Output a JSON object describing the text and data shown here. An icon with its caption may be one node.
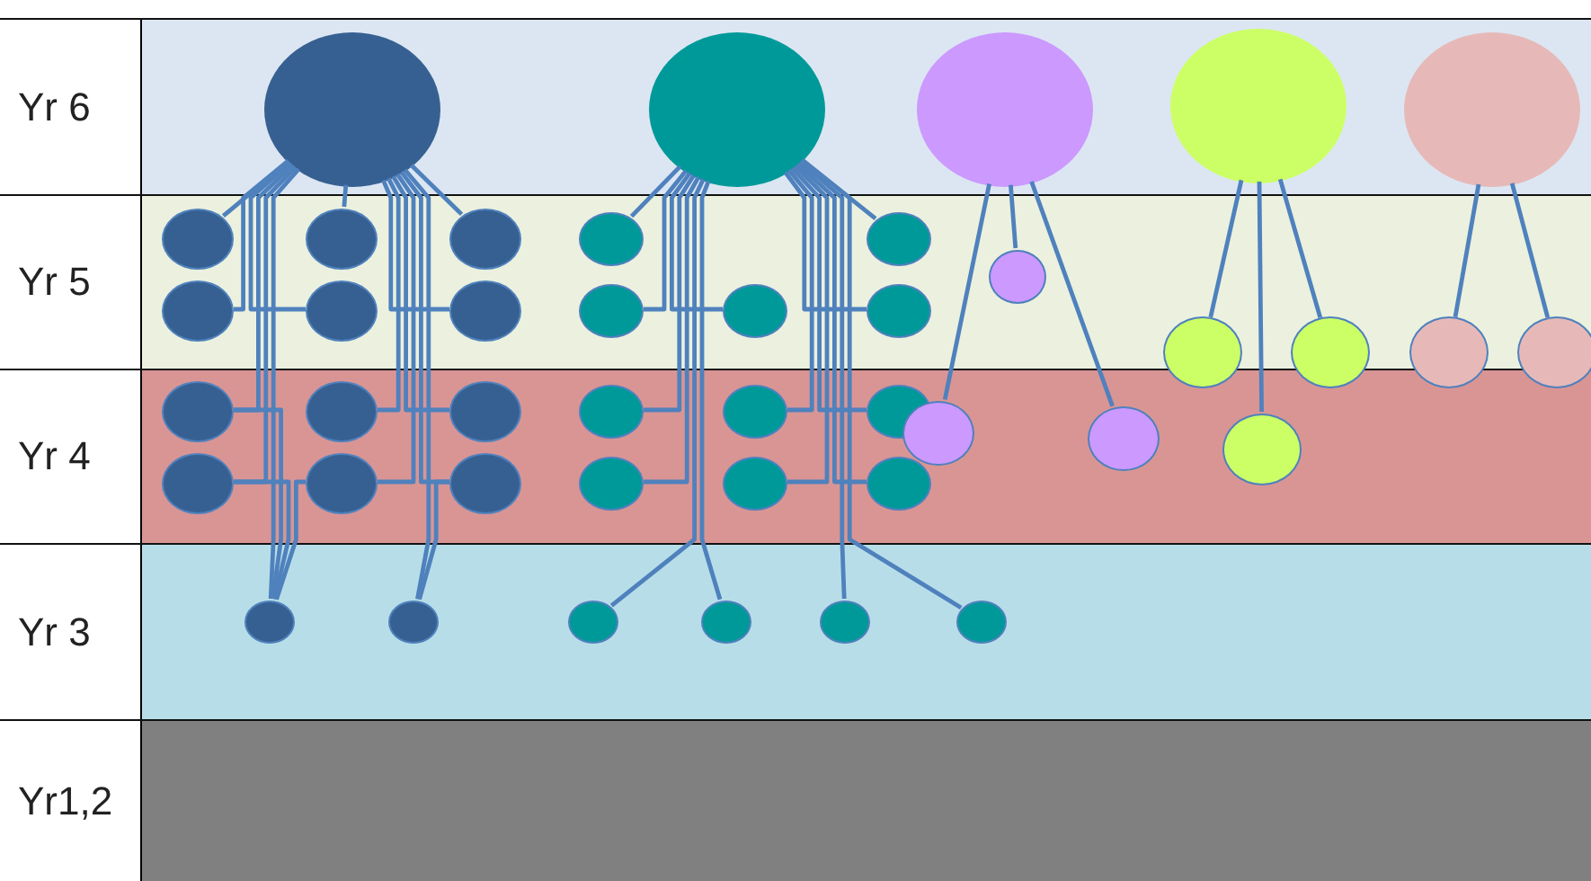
{
  "diagram": {
    "nodes": [
      {
        "text": [
          "Yr 6"
        ]
      },
      {
        "text": [
          "Yr 5"
        ]
      },
      {
        "text": [
          "Yr 4"
        ]
      },
      {
        "text": [
          "Yr 3"
        ]
      },
      {
        "text": [
          "Yr1,2"
        ]
      },
      {
        "text": [],
        "shape": "circle",
        "in": 0
      },
      {
        "text": [],
        "shape": "circle",
        "in": 0
      },
      {
        "text": [],
        "shape": "circle",
        "in": 0
      },
      {
        "text": [],
        "shape": "circle",
        "in": 0
      },
      {
        "text": [],
        "shape": "circle",
        "in": 0
      },
      {
        "text": [],
        "shape": "circle",
        "in": 1
      },
      {
        "text": [],
        "shape": "circle",
        "in": 1
      },
      {
        "text": [],
        "shape": "circle",
        "in": 1
      },
      {
        "text": [],
        "shape": "circle",
        "in": 1
      },
      {
        "text": [],
        "shape": "circle",
        "in": 1
      },
      {
        "text": [],
        "shape": "circle",
        "in": 1
      },
      {
        "text": [],
        "shape": "circle",
        "in": 1
      },
      {
        "text": [],
        "shape": "circle",
        "in": 1
      },
      {
        "text": [],
        "shape": "circle",
        "in": 1
      },
      {
        "text": [],
        "shape": "circle",
        "in": 1
      },
      {
        "text": [],
        "shape": "circle",
        "in": 1
      },
      {
        "text": [],
        "shape": "circle",
        "in": 1
      },
      {
        "text": [],
        "shape": "circle"
      },
      {
        "text": [],
        "shape": "circle"
      },
      {
        "text": [],
        "shape": "circle"
      },
      {
        "text": [],
        "shape": "circle"
      },
      {
        "text": [],
        "shape": "circle",
        "in": 2
      },
      {
        "text": [],
        "shape": "circle",
        "in": 2
      },
      {
        "text": [],
        "shape": "circle",
        "in": 2
      },
      {
        "text": [],
        "shape": "circle",
        "in": 2
      },
      {
        "text": [],
        "shape": "circle",
        "in": 2
      },
      {
        "text": [],
        "shape": "circle",
        "in": 2
      },
      {
        "text": [],
        "shape": "circle",
        "in": 2
      },
      {
        "text": [],
        "shape": "circle",
        "in": 2
      },
      {
        "text": [],
        "shape": "circle",
        "in": 2
      },
      {
        "text": [],
        "shape": "circle",
        "in": 2
      },
      {
        "text": [],
        "shape": "circle",
        "in": 2
      },
      {
        "text": [],
        "shape": "circle",
        "in": 2
      },
      {
        "text": [],
        "shape": "circle",
        "in": 2
      },
      {
        "text": [],
        "shape": "circle",
        "in": 2
      },
      {
        "text": [],
        "shape": "circle",
        "in": 2
      },
      {
        "text": [],
        "shape": "circle",
        "in": 3
      },
      {
        "text": [],
        "shape": "circle",
        "in": 3
      },
      {
        "text": [],
        "shape": "circle",
        "in": 3
      },
      {
        "text": [],
        "shape": "circle",
        "in": 3
      },
      {
        "text": [],
        "shape": "circle",
        "in": 3
      },
      {
        "text": [],
        "shape": "circle",
        "in": 3
      }
    ],
    "edges": [
      {
        "from": 5,
        "to": 10,
        "arrow": "none"
      },
      {
        "from": 5,
        "to": 11,
        "arrow": "none"
      },
      {
        "from": 5,
        "to": 12,
        "arrow": "none"
      },
      {
        "from": 5,
        "to": 13,
        "arrow": "none"
      },
      {
        "from": 5,
        "to": 14,
        "arrow": "none"
      },
      {
        "from": 5,
        "to": 15,
        "arrow": "none"
      },
      {
        "from": 5,
        "to": 26,
        "arrow": "none"
      },
      {
        "from": 5,
        "to": 27,
        "arrow": "none"
      },
      {
        "from": 5,
        "to": 28,
        "arrow": "none"
      },
      {
        "from": 5,
        "to": 29,
        "arrow": "none"
      },
      {
        "from": 5,
        "to": 30,
        "arrow": "none"
      },
      {
        "from": 5,
        "to": 31,
        "arrow": "none"
      },
      {
        "from": 5,
        "to": 41,
        "arrow": "none"
      },
      {
        "from": 5,
        "to": 42,
        "arrow": "none"
      },
      {
        "from": 26,
        "to": 41,
        "arrow": "none"
      },
      {
        "from": 29,
        "to": 41,
        "arrow": "none"
      },
      {
        "from": 30,
        "to": 41,
        "arrow": "none"
      },
      {
        "from": 31,
        "to": 42,
        "arrow": "none"
      },
      {
        "from": 6,
        "to": 16,
        "arrow": "none"
      },
      {
        "from": 6,
        "to": 17,
        "arrow": "none"
      },
      {
        "from": 6,
        "to": 18,
        "arrow": "none"
      },
      {
        "from": 6,
        "to": 19,
        "arrow": "none"
      },
      {
        "from": 6,
        "to": 20,
        "arrow": "none"
      },
      {
        "from": 6,
        "to": 32,
        "arrow": "none"
      },
      {
        "from": 6,
        "to": 33,
        "arrow": "none"
      },
      {
        "from": 6,
        "to": 34,
        "arrow": "none"
      },
      {
        "from": 6,
        "to": 35,
        "arrow": "none"
      },
      {
        "from": 6,
        "to": 36,
        "arrow": "none"
      },
      {
        "from": 6,
        "to": 37,
        "arrow": "none"
      },
      {
        "from": 6,
        "to": 43,
        "arrow": "none"
      },
      {
        "from": 6,
        "to": 44,
        "arrow": "none"
      },
      {
        "from": 6,
        "to": 45,
        "arrow": "none"
      },
      {
        "from": 6,
        "to": 46,
        "arrow": "none"
      },
      {
        "from": 7,
        "to": 21,
        "arrow": "none"
      },
      {
        "from": 7,
        "to": 38,
        "arrow": "none"
      },
      {
        "from": 7,
        "to": 39,
        "arrow": "none"
      },
      {
        "from": 8,
        "to": 22,
        "arrow": "none"
      },
      {
        "from": 8,
        "to": 23,
        "arrow": "none"
      },
      {
        "from": 8,
        "to": 40,
        "arrow": "none"
      },
      {
        "from": 9,
        "to": 24,
        "arrow": "none"
      },
      {
        "from": 9,
        "to": 25,
        "arrow": "none"
      }
    ]
  }
}
